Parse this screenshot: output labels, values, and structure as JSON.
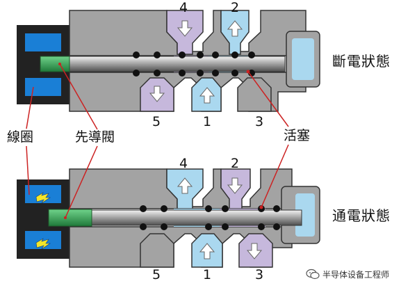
{
  "ports_top": {
    "p4": "4",
    "p2": "2",
    "p5": "5",
    "p1": "1",
    "p3": "3"
  },
  "ports_bottom": {
    "p4": "4",
    "p2": "2",
    "p5": "5",
    "p1": "1",
    "p3": "3"
  },
  "states": {
    "off": "斷電狀態",
    "on": "通電狀態"
  },
  "callouts": {
    "coil": "線圈",
    "pilot_valve": "先導閥",
    "piston": "活塞"
  },
  "watermark": {
    "text": "半导体设备工程师",
    "icon": "wechat-icon"
  },
  "colors": {
    "body_gray": "#a3a3a3",
    "coil_blue": "#1a7fd6",
    "coil_housing": "#222222",
    "pilot_green": "#3aaa55",
    "flow_blue": "#aad8ef",
    "exhaust_purple": "#c6b8dc",
    "callout_red": "#cc2222",
    "energized_arrow": "#f2e62a"
  }
}
